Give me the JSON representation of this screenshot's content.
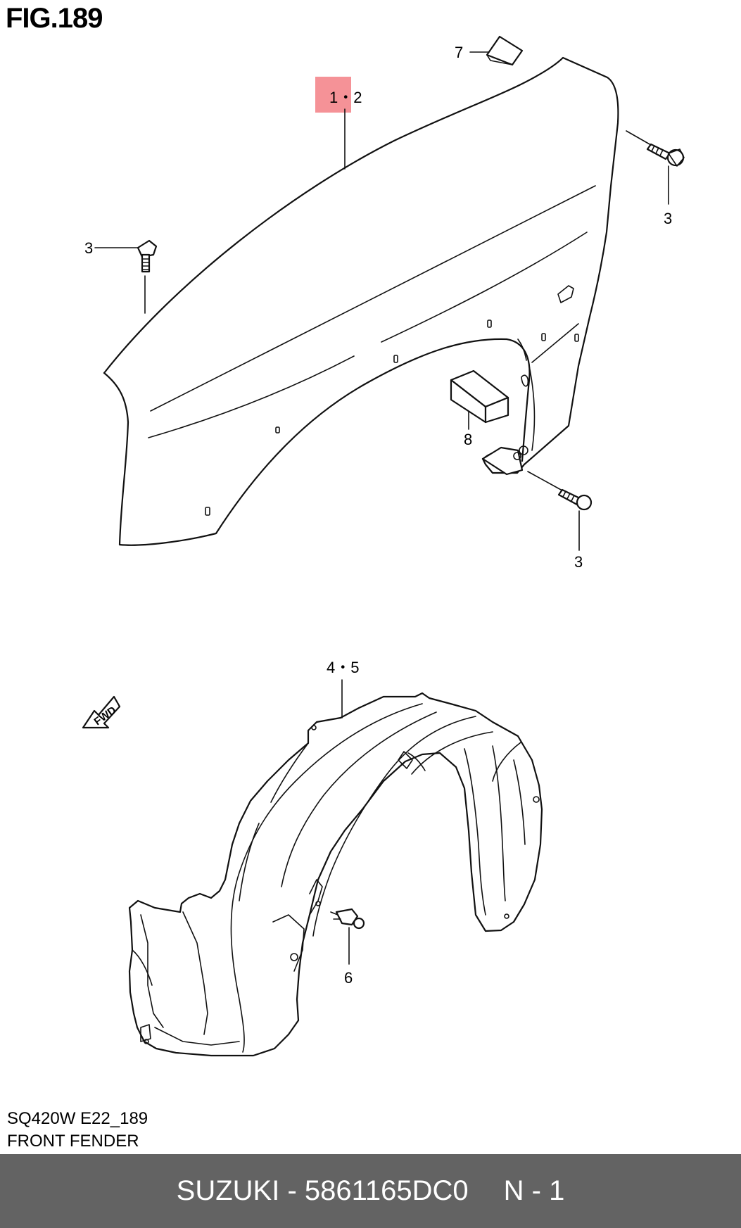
{
  "figure": {
    "title": "FIG.189",
    "code": "SQ420W E22_189",
    "caption": "FRONT FENDER"
  },
  "callouts": {
    "fender": "1・2",
    "bolt_left": "3",
    "bolt_right_top": "3",
    "bolt_bottom": "3",
    "liner": "4・5",
    "clip": "6",
    "cap": "7",
    "pad": "8"
  },
  "fwd_arrow_label": "FWD",
  "footer": {
    "part_text": "SUZUKI - 5861165DC0",
    "qty_text": "N - 1"
  },
  "colors": {
    "highlight": "#f4868c",
    "footer_bg": "#636363"
  }
}
